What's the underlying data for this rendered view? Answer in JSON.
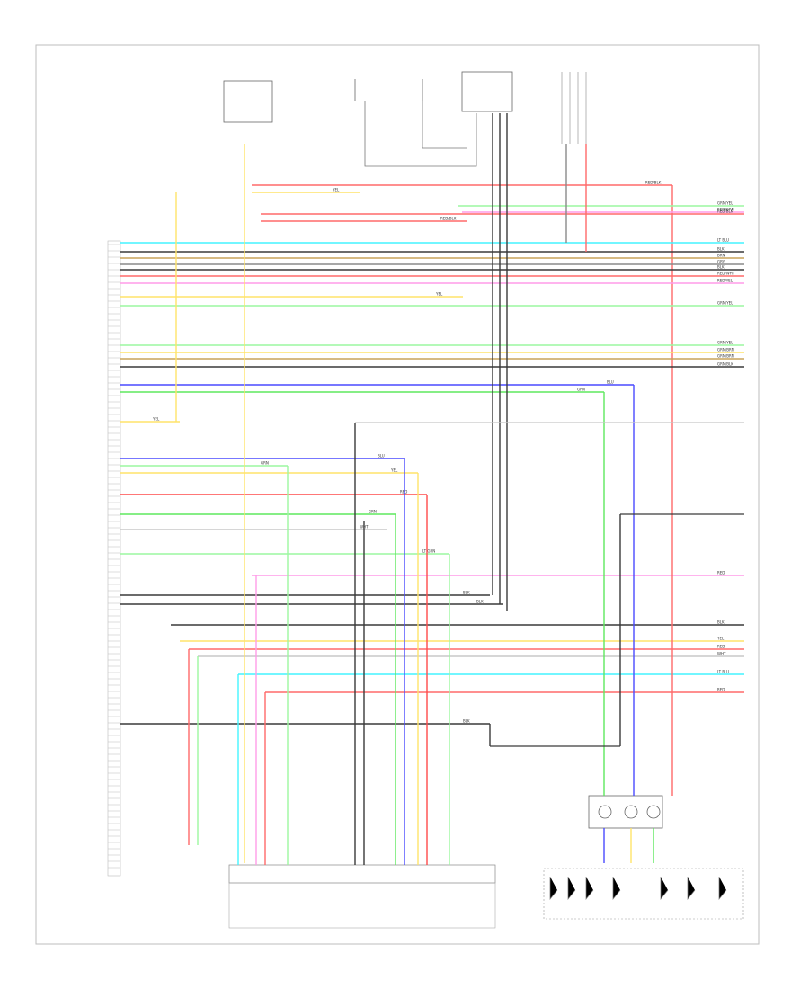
{
  "wires": [
    {
      "color": "#ff6a6a",
      "label": "RED/BLK"
    },
    {
      "color": "#ffe36a",
      "label": "YEL"
    },
    {
      "color": "#ff6a6a",
      "label": "RED/BLK"
    },
    {
      "color": "#ff6a6a",
      "label": "RED/BLK"
    },
    {
      "color": "#9cf7a0",
      "label": "GRN/YEL"
    },
    {
      "color": "#ff9ce8",
      "label": "RED/GRN"
    },
    {
      "color": "#44f4ff",
      "label": "LT BLU"
    },
    {
      "color": "#3a3a3a",
      "label": "BLK"
    },
    {
      "color": "#c9a45a",
      "label": "BRN"
    },
    {
      "color": "#8a8a8a",
      "label": "GRY"
    },
    {
      "color": "#3a3a3a",
      "label": "BLK"
    },
    {
      "color": "#ff6a6a",
      "label": "RED/WHT"
    },
    {
      "color": "#ff9ce8",
      "label": "RED/YEL"
    },
    {
      "color": "#ffe36a",
      "label": "YEL"
    },
    {
      "color": "#9cf7a0",
      "label": "GRN/YEL"
    },
    {
      "color": "#9cf7a0",
      "label": "GRN/YEL"
    },
    {
      "color": "#ffe36a",
      "label": "GRN/BRN"
    },
    {
      "color": "#c9a45a",
      "label": "GRN/BRN"
    },
    {
      "color": "#3a3a3a",
      "label": "GRN/BLK"
    },
    {
      "color": "#4a4aff",
      "label": "BLU"
    },
    {
      "color": "#5ee85e",
      "label": "GRN"
    },
    {
      "color": "#ffe36a",
      "label": "YEL"
    },
    {
      "color": "#4a4aff",
      "label": "BLU"
    },
    {
      "color": "#9cf7a0",
      "label": "GRN"
    },
    {
      "color": "#ffe36a",
      "label": "YEL"
    },
    {
      "color": "#ff4a4a",
      "label": "RED"
    },
    {
      "color": "#5ee85e",
      "label": "GRN"
    },
    {
      "color": "#ff9ce8",
      "label": "RED"
    },
    {
      "color": "#c8c8c8",
      "label": "WHT"
    },
    {
      "color": "#9cf7a0",
      "label": "LT GRN"
    },
    {
      "color": "#3a3a3a",
      "label": "BLK"
    },
    {
      "color": "#3a3a3a",
      "label": "BLK"
    },
    {
      "color": "#3a3a3a",
      "label": "BLK"
    },
    {
      "color": "#ffe36a",
      "label": "YEL"
    },
    {
      "color": "#ff6a6a",
      "label": "RED"
    },
    {
      "color": "#c8c8c8",
      "label": "WHT"
    },
    {
      "color": "#44f4ff",
      "label": "LT BLU"
    },
    {
      "color": "#3a3a3a",
      "label": "BLK"
    },
    {
      "color": "#ff6a6a",
      "label": "RED"
    }
  ]
}
